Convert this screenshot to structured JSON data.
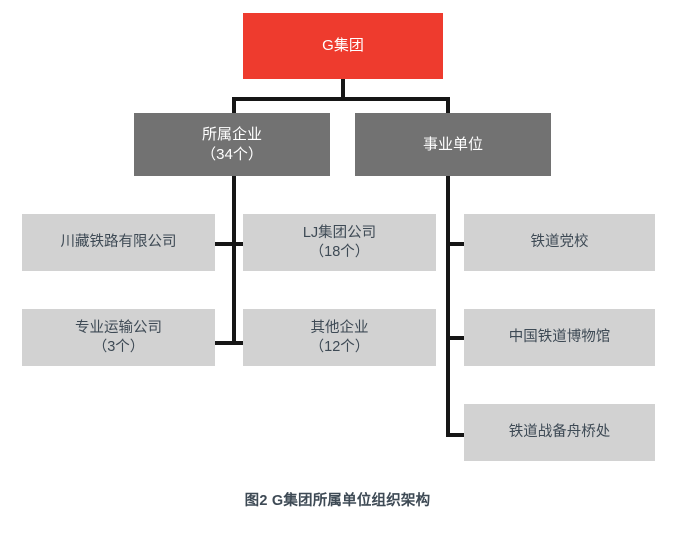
{
  "figure": {
    "caption": "图2  G集团所属单位组织架构",
    "colors": {
      "root_fill": "#EE3B2E",
      "level2_fill": "#727272",
      "level3_fill": "#D2D2D2",
      "connector": "#161616",
      "root_text": "#FFFFFF",
      "level2_text": "#FFFFFF",
      "level3_text": "#3E4A55",
      "caption_text": "#3E4A55",
      "background": "#FFFFFF"
    }
  },
  "chart_data": {
    "type": "diagram",
    "title": "图2  G集团所属单位组织架构",
    "root": {
      "label": "G集团"
    },
    "branches": [
      {
        "id": "suoshu-qiye",
        "label_line1": "所属企业",
        "label_line2": "（34个）",
        "count": 34,
        "children": [
          {
            "id": "chuanzang",
            "label_line1": "川藏铁路有限公司",
            "label_line2": ""
          },
          {
            "id": "lj-jituan",
            "label_line1": "LJ集团公司",
            "label_line2": "（18个）",
            "count": 18
          },
          {
            "id": "zhuanye-yunshu",
            "label_line1": "专业运输公司",
            "label_line2": "（3个）",
            "count": 3
          },
          {
            "id": "qita-qiye",
            "label_line1": "其他企业",
            "label_line2": "（12个）",
            "count": 12
          }
        ]
      },
      {
        "id": "shiye-danwei",
        "label_line1": "事业单位",
        "label_line2": "",
        "children": [
          {
            "id": "tiedao-dangxiao",
            "label_line1": "铁道党校",
            "label_line2": ""
          },
          {
            "id": "tiedao-bowuguan",
            "label_line1": "中国铁道博物馆",
            "label_line2": ""
          },
          {
            "id": "zhanbei-zhouqiaochu",
            "label_line1": "铁道战备舟桥处",
            "label_line2": ""
          }
        ]
      }
    ]
  }
}
